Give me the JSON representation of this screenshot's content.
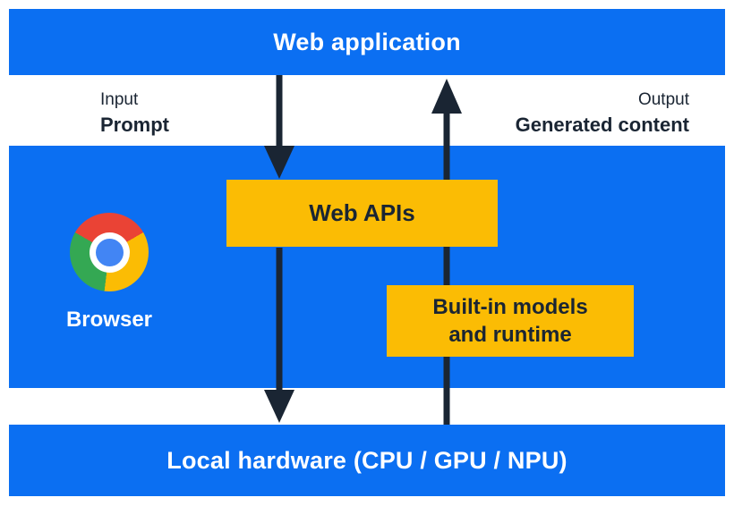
{
  "header": {
    "title": "Web application"
  },
  "flow": {
    "input_caption": "Input",
    "input_label": "Prompt",
    "output_caption": "Output",
    "output_label": "Generated content"
  },
  "browser": {
    "label": "Browser",
    "logo": "chrome-logo"
  },
  "boxes": {
    "web_apis": "Web APIs",
    "builtin": [
      "Built-in models",
      "and runtime"
    ]
  },
  "hardware": {
    "label": "Local hardware (CPU / GPU / NPU)"
  },
  "arrows": [
    {
      "name": "prompt-down-arrow",
      "from": "Web application",
      "to": "Web APIs",
      "direction": "down"
    },
    {
      "name": "web-apis-down-arrow",
      "from": "Web APIs",
      "to": "Local hardware",
      "direction": "down"
    },
    {
      "name": "generated-content-up-arrow",
      "from": "Local hardware",
      "to": "Web application",
      "direction": "up"
    }
  ],
  "colors": {
    "blue": "#0b6ff2",
    "yellow": "#fbbc04",
    "dark": "#1a2533",
    "white": "#ffffff",
    "chrome_red": "#ea4335",
    "chrome_yellow": "#fbbc04",
    "chrome_green": "#34a853",
    "chrome_blue": "#4285f4"
  }
}
